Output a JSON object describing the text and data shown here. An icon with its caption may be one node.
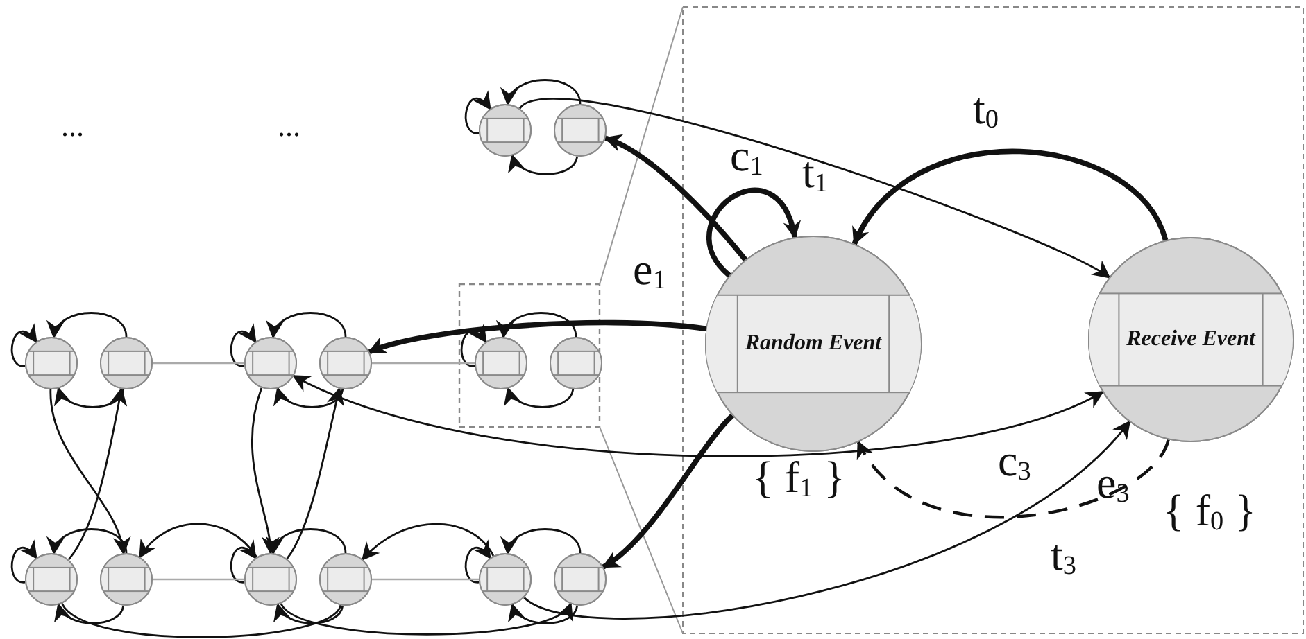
{
  "diagram": {
    "nodes": [
      {
        "text": [],
        "shape": "circle"
      },
      {
        "text": [],
        "shape": "circle"
      },
      {
        "text": [],
        "shape": "circle"
      },
      {
        "text": [],
        "shape": "circle"
      },
      {
        "text": [],
        "shape": "circle"
      },
      {
        "text": [],
        "shape": "circle"
      },
      {
        "text": [],
        "shape": "circle"
      },
      {
        "text": [],
        "shape": "circle"
      },
      {
        "text": [],
        "shape": "circle"
      },
      {
        "text": [],
        "shape": "circle"
      },
      {
        "text": [],
        "shape": "circle"
      },
      {
        "text": [],
        "shape": "circle"
      },
      {
        "text": [],
        "shape": "circle"
      },
      {
        "text": [],
        "shape": "circle"
      },
      {
        "text": [
          "Random Event"
        ]
      },
      {
        "text": [
          "Receive Event"
        ]
      }
    ],
    "edges": [
      {
        "from": 1,
        "to": 0,
        "arrow": "to"
      },
      {
        "from": 0,
        "to": 0,
        "arrow": "to"
      },
      {
        "from": 1,
        "to": 0,
        "arrow": "to"
      },
      {
        "from": 3,
        "to": 2,
        "arrow": "to"
      },
      {
        "from": 2,
        "to": 2,
        "arrow": "to"
      },
      {
        "from": 3,
        "to": 2,
        "arrow": "to"
      },
      {
        "from": 5,
        "to": 4,
        "arrow": "to"
      },
      {
        "from": 4,
        "to": 4,
        "arrow": "to"
      },
      {
        "from": 5,
        "to": 4,
        "arrow": "to"
      },
      {
        "from": 7,
        "to": 6,
        "arrow": "to"
      },
      {
        "from": 6,
        "to": 6,
        "arrow": "to"
      },
      {
        "from": 7,
        "to": 6,
        "arrow": "to"
      },
      {
        "from": 9,
        "to": 8,
        "arrow": "to"
      },
      {
        "from": 8,
        "to": 8,
        "arrow": "to"
      },
      {
        "from": 9,
        "to": 8,
        "arrow": "to"
      },
      {
        "from": 11,
        "to": 10,
        "arrow": "to"
      },
      {
        "from": 10,
        "to": 10,
        "arrow": "to"
      },
      {
        "from": 11,
        "to": 10,
        "arrow": "to"
      },
      {
        "from": 13,
        "to": 12,
        "arrow": "to"
      },
      {
        "from": 12,
        "to": 12,
        "arrow": "to"
      },
      {
        "from": 13,
        "to": 12,
        "arrow": "to"
      },
      {
        "from": 14,
        "to": 1,
        "arrow": "to",
        "style": "thick"
      },
      {
        "from": 14,
        "to": 5,
        "arrow": "to",
        "style": "thick"
      },
      {
        "from": 14,
        "to": 13,
        "arrow": "to",
        "style": "thick"
      },
      {
        "from": 14,
        "to": 14,
        "arrow": "to",
        "style": "thick"
      },
      {
        "from": 15,
        "to": 14,
        "label": "t$_{0}$",
        "arrow": "to",
        "style": "thick"
      },
      {
        "from": 15,
        "to": 14,
        "label": "t$_{3}$",
        "arrow": "to",
        "style": "dashed"
      },
      {
        "from": 0,
        "to": 15,
        "arrow": "to"
      },
      {
        "from": 4,
        "to": 15,
        "arrow": "both"
      },
      {
        "from": 12,
        "to": 15,
        "label": "c$_{3}$",
        "arrow": "to"
      },
      {
        "from": 2,
        "to": 9,
        "arrow": "to"
      },
      {
        "from": 8,
        "to": 3,
        "arrow": "to"
      },
      {
        "from": 4,
        "to": 10,
        "arrow": "to"
      },
      {
        "from": 10,
        "to": 5,
        "arrow": "to"
      },
      {
        "from": 10,
        "to": 9,
        "arrow": "to"
      },
      {
        "from": 12,
        "to": 11,
        "arrow": "to"
      },
      {
        "from": 8,
        "to": 11,
        "arrow": "none"
      },
      {
        "from": 10,
        "to": 13,
        "arrow": "to"
      },
      {
        "from": 3,
        "to": 4,
        "arrow": "none",
        "color": "#aaaaaa"
      },
      {
        "from": 5,
        "to": 6,
        "arrow": "none",
        "color": "#aaaaaa"
      },
      {
        "from": 9,
        "to": 10,
        "arrow": "none",
        "color": "#aaaaaa"
      },
      {
        "from": 11,
        "to": 12,
        "arrow": "none",
        "color": "#aaaaaa"
      }
    ],
    "labels": [
      "...",
      "...",
      "c$_{1}$",
      "t$_{1}$",
      "e$_{1}$",
      "{ f$_{1}$ }",
      "e$_{3}$",
      "{ f$_{0}$ }"
    ]
  }
}
